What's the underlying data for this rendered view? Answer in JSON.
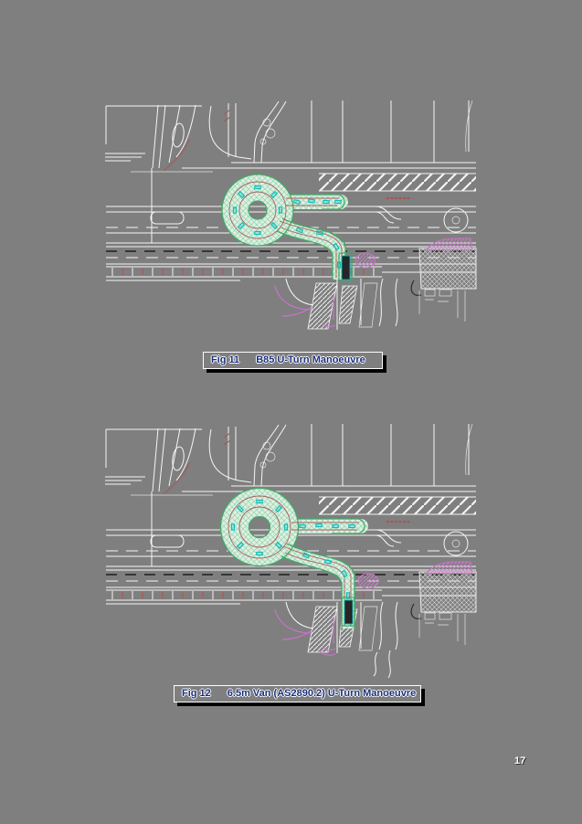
{
  "page": {
    "number": "17"
  },
  "figures": [
    {
      "label": "Fig 11",
      "title": "B85 U-Turn Manoeuvre"
    },
    {
      "label": "Fig 12",
      "title": "6.5m Van (AS2890.2) U-Turn Manoeuvre"
    }
  ],
  "colors": {
    "page_bg": "#7f7f7f",
    "linework": "#f6f6f6",
    "swept_path_fill": "#ddf0e2",
    "swept_path_hatch": "#97d3ae",
    "swept_path_edge": "#44a868",
    "vehicle_path_red": "#a85f5f",
    "vehicle_marker": "#00b9b9",
    "kerb_magenta": "#c873c8",
    "road_marking_red": "#c24d4d",
    "lane_dash_black": "#1f1f1f",
    "caption_text": "#1b2f7a",
    "caption_border": "#ffffff",
    "caption_shadow": "#000000",
    "page_number": "#ffffff"
  }
}
